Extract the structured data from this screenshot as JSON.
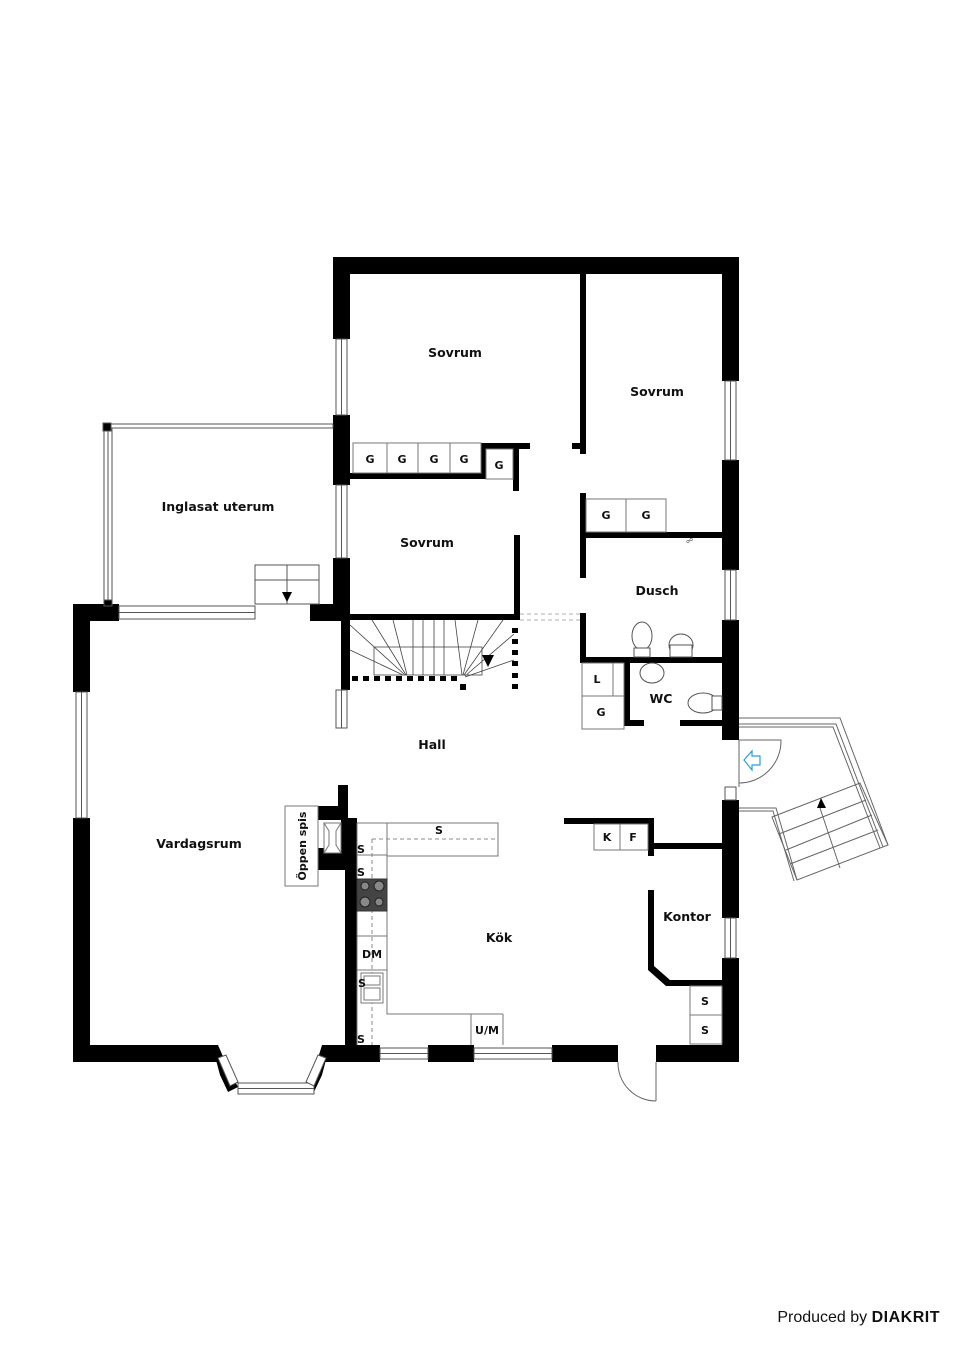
{
  "plan": {
    "rooms": {
      "sovrum_1": "Sovrum",
      "sovrum_2": "Sovrum",
      "sovrum_3": "Sovrum",
      "inglasat_uterum": "Inglasat uterum",
      "dusch": "Dusch",
      "wc": "WC",
      "hall": "Hall",
      "vardagsrum": "Vardagsrum",
      "kok": "Kök",
      "kontor": "Kontor"
    },
    "fixtures": {
      "wardrobe": "G",
      "linen": "L",
      "storage": "S",
      "fridge": "K",
      "freezer": "F",
      "dishwasher": "DM",
      "microwave_oven": "U/M",
      "fireplace": "Öppen spis"
    },
    "colors": {
      "wall": "#000000",
      "line": "#555555",
      "entrance_arrow": "#2a9fd6",
      "stove": "#444444"
    }
  },
  "footer": {
    "produced_by": "Produced by",
    "brand": "DIAKRIT"
  }
}
